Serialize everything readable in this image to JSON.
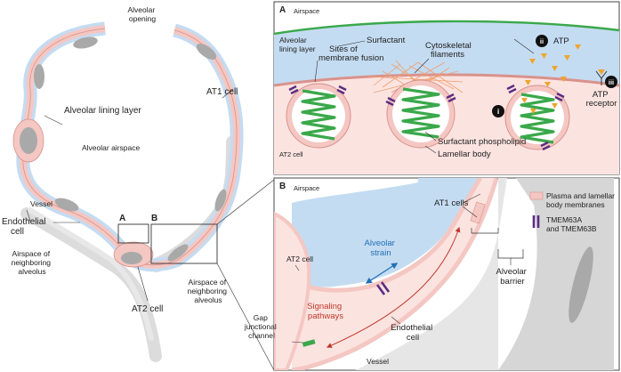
{
  "colors": {
    "airspace": "#ffffff",
    "lining_layer": "#c4dcf2",
    "surfactant_line": "#3aa84a",
    "membrane": "#f4c7c2",
    "membrane_edge": "#d9928b",
    "cell_body": "#fbe3e0",
    "lamellar_interior": "#ffffff",
    "phospholipid": "#3aa84a",
    "tmem": "#5b2c83",
    "atp": "#f0a52b",
    "filaments": "#f0a070",
    "endothelium": "#d6d6d6",
    "nucleus": "#a9a9a9",
    "signal_arrow": "#c0392b",
    "strain_arrow": "#1f6fb5",
    "gap_junction": "#3aa84a"
  },
  "left": {
    "alveolar_opening": [
      "Alveolar",
      "opening"
    ],
    "alveolar_lining_layer": "Alveolar lining layer",
    "at1_cell": "AT1 cell",
    "alveolar_airspace": "Alveolar airspace",
    "vessel": "Vessel",
    "endothelial_cell": [
      "Endothelial",
      "cell"
    ],
    "box_a": "A",
    "box_b": "B",
    "airspace_neighbor_left": [
      "Airspace of",
      "neighboring",
      "alveolus"
    ],
    "airspace_neighbor_right": [
      "Airspace of",
      "neighboring",
      "alveolus"
    ],
    "at2_cell": "AT2 cell"
  },
  "panel_a": {
    "letter": "A",
    "airspace": "Airspace",
    "surfactant": "Surfactant",
    "alveolar_lining_layer": [
      "Alveolar",
      "lining layer"
    ],
    "sites_membrane_fusion": [
      "Sites of",
      "membrane fusion"
    ],
    "cytoskeletal_filaments": [
      "Cytoskeletal",
      "filaments"
    ],
    "atp": "ATP",
    "atp_receptor": [
      "ATP",
      "receptor"
    ],
    "step_i": "i",
    "step_ii": "ii",
    "step_iii": "iii",
    "at2_cell": "AT2 cell",
    "surfactant_phospholipid": "Surfactant phospholipid",
    "lamellar_body": "Lamellar body"
  },
  "panel_b": {
    "letter": "B",
    "airspace": "Airspace",
    "at1_cells": "AT1 cells",
    "at2_cell": "AT2 cell",
    "alveolar_strain": [
      "Alveolar",
      "strain"
    ],
    "alveolar_barrier": [
      "Alveolar",
      "barrier"
    ],
    "signaling_pathways": [
      "Signaling",
      "pathways"
    ],
    "endothelial_cell": [
      "Endothelial",
      "cell"
    ],
    "gap_junctional_channel": [
      "Gap",
      "junctional",
      "channel"
    ],
    "vessel": "Vessel"
  },
  "legend": {
    "membranes": [
      "Plasma and lamellar",
      "body membranes"
    ],
    "tmem": [
      "TMEM63A",
      "and TMEM63B"
    ]
  }
}
